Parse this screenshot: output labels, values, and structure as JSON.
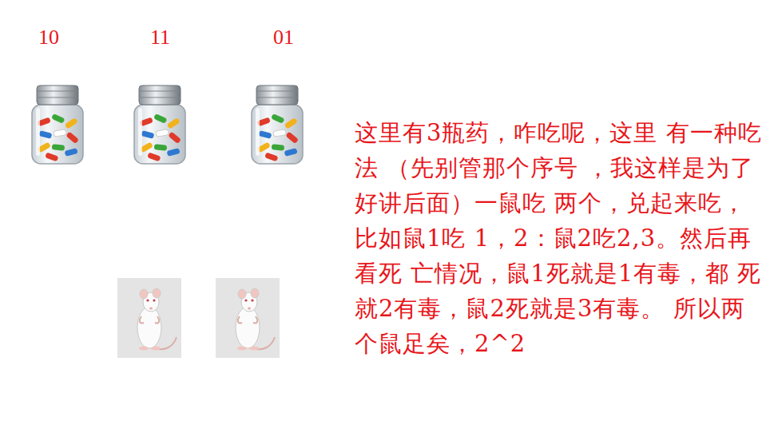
{
  "diagram": {
    "labels": [
      "10",
      "11",
      "01",
      "这里有3瓶药，咋吃呢，这里 有一种吃法 （先别管那个序号 ，我这样是为了好讲后面）一鼠吃 两个，兑起来吃，比如鼠1吃 1，2：鼠2吃2,3。然后再看死 亡情况，鼠1死就是1有毒，都 死就2有毒，鼠2死就是3有毒。 所以两个鼠足矣，2^2"
    ]
  }
}
